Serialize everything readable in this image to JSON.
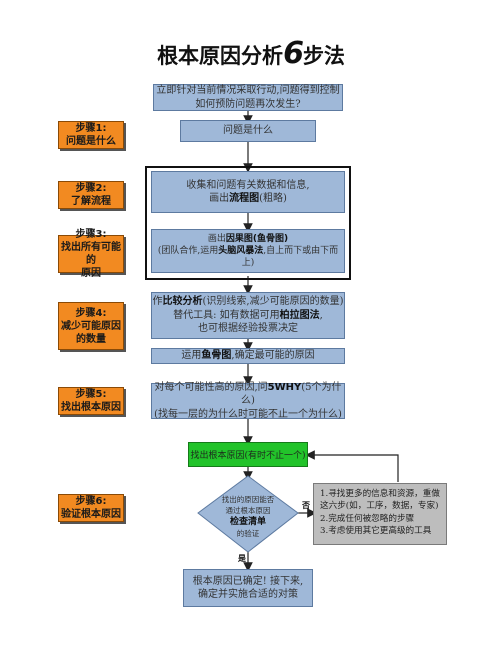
{
  "title": {
    "main": "根本原因分析",
    "six": "6",
    "tail": "步法"
  },
  "steps": [
    {
      "label": "步骤1:\n问题是什么"
    },
    {
      "label": "步骤2:\n了解流程"
    },
    {
      "label": "步骤3:\n找出所有可能的\n原因"
    },
    {
      "label": "步骤4:\n减少可能原因\n的数量"
    },
    {
      "label": "步骤5:\n找出根本原因"
    },
    {
      "label": "步骤6:\n验证根本原因"
    }
  ],
  "boxes": {
    "intro": "立即针对当前情况采取行动,问题得到控制\n如何预防问题再次发生?",
    "what": "问题是什么",
    "collect_1": "收集和问题有关数据和信息,",
    "collect_2a": "画出",
    "collect_2b": "流程图",
    "collect_2c": "(粗略)",
    "cause_1a": "画出",
    "cause_1b": "因果图(鱼骨图)",
    "cause_2a": "(团队合作,运用",
    "cause_2b": "头脑风暴法",
    "cause_2c": ",自上而下或由下而上)",
    "compare_1a": "作",
    "compare_1b": "比较分析",
    "compare_1c": "(识别线索,减少可能原因的数量)",
    "compare_2a": "替代工具: 如有数据可用",
    "compare_2b": "柏拉图法",
    "compare_2c": ",",
    "compare_3": "也可根据经验投票决定",
    "fish_a": "运用",
    "fish_b": "鱼骨图",
    "fish_c": ",确定最可能的原因",
    "why_1a": "对每个可能性高的原因,问",
    "why_1b": "5WHY",
    "why_1c": "(5个为什么)",
    "why_2": "(找每一层的为什么时可能不止一个为什么)",
    "found": "找出根本原因(有时不止一个)",
    "diamond_1": "找出的原因能否",
    "diamond_2": "通过根本原因",
    "diamond_3": "检查清单",
    "diamond_4": "的验证",
    "yes": "是",
    "no": "否",
    "final": "根本原因已确定! 接下来,\n确定并实施合适的对策"
  },
  "notes": [
    "1.寻找更多的信息和资源，重做这六步(如，工序，数据，专家)",
    "2.完成任何被忽略的步骤",
    "3.考虑使用其它更高级的工具"
  ],
  "colors": {
    "step": "#f28a21",
    "process": "#9fb8d8",
    "found": "#22c32a",
    "note": "#bdbdbd"
  }
}
